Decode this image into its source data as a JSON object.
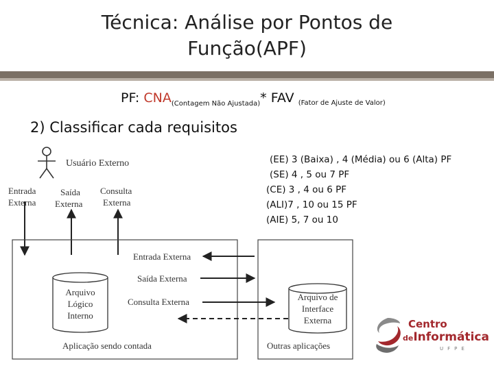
{
  "title": {
    "line1": "Técnica: Análise por Pontos de",
    "line2": "Função(APF)"
  },
  "formula": {
    "prefix": "PF: ",
    "cna": "CNA",
    "cna_sub": "(Contagem Não Ajustada)",
    "mult": "* FAV ",
    "fav_sub": "(Fator de Ajuste de Valor)"
  },
  "step": "2) Classificar cada requisitos",
  "rules": [
    "(EE) 3 (Baixa) , 4 (Média) ou 6 (Alta) PF",
    "(SE) 4 , 5 ou 7 PF",
    "(CE) 3 , 4 ou 6 PF",
    "(ALI)7 , 10  ou 15 PF",
    "(AIE) 5, 7 ou 10"
  ],
  "diagram": {
    "user": "Usuário Externo",
    "entrada": [
      "Entrada",
      "Externa"
    ],
    "saida": [
      "Saída",
      "Externa"
    ],
    "consulta": [
      "Consulta",
      "Externa"
    ],
    "arrow_ee": "Entrada Externa",
    "arrow_se": "Saída Externa",
    "arrow_ce": "Consulta Externa",
    "ali": [
      "Arquivo",
      "Lógico",
      "Interno"
    ],
    "aie": [
      "Arquivo de",
      "Interface",
      "Externa"
    ],
    "app": "Aplicação sendo contada",
    "other": "Outras aplicações"
  },
  "logo": {
    "line1": "Centro",
    "line2a": "de",
    "line2b": "Informática",
    "line3": "UFPE"
  },
  "colors": {
    "accent_red": "#c0392b",
    "logo_red": "#a3282d",
    "band": "#7b7065"
  }
}
